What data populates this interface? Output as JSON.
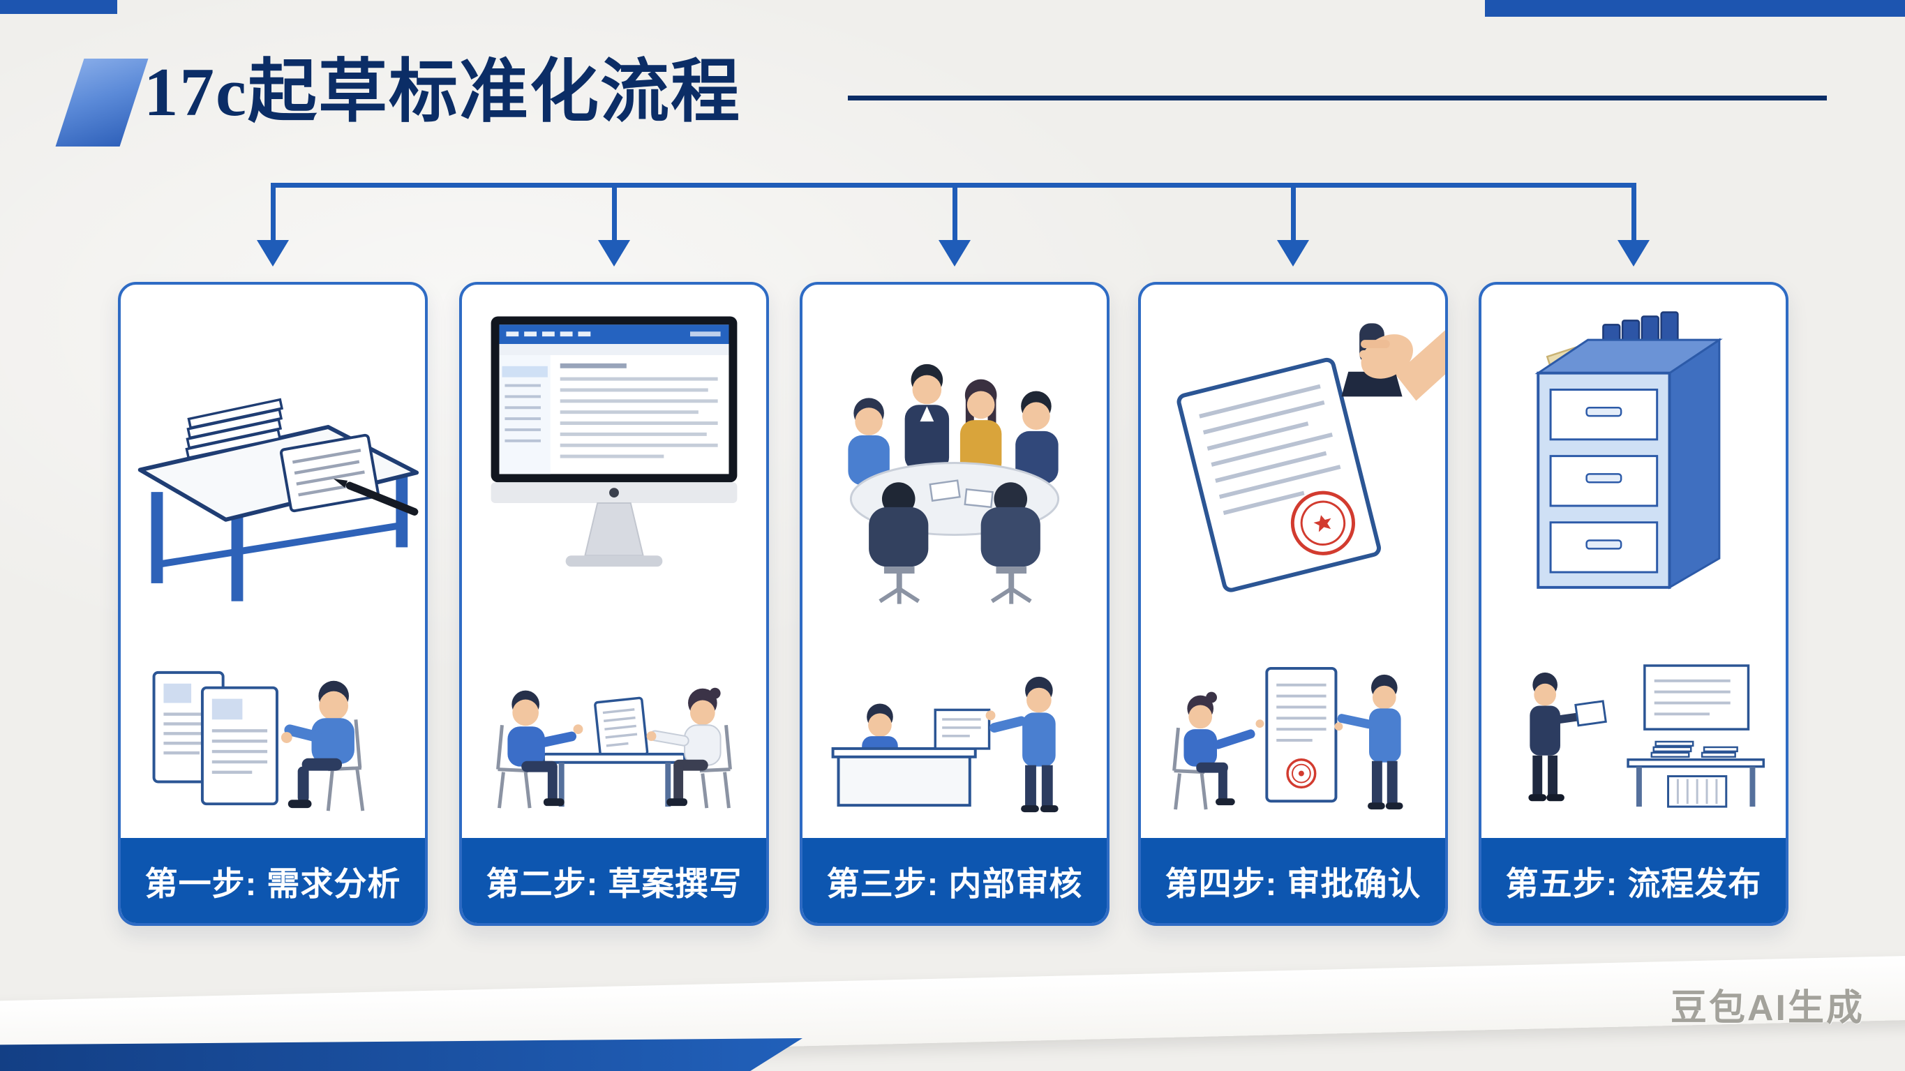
{
  "page": {
    "title": "17c起草标准化流程",
    "watermark": "豆包AI生成"
  },
  "colors": {
    "title_navy": "#0b2d66",
    "accent_blue": "#1d55b0",
    "card_border_blue": "#2e6bc4",
    "banner_blue": "#0d56b0",
    "arrow_blue": "#1f5cb8",
    "background": "#f0efec",
    "seal_red": "#d23b2f"
  },
  "steps": [
    {
      "label": "第一步: 需求分析",
      "illustrations": [
        "desk-with-documents-and-pen-illustration",
        "person-reviewing-documents-illustration"
      ]
    },
    {
      "label": "第二步: 草案撰写",
      "illustrations": [
        "computer-word-processor-illustration",
        "two-people-discussing-draft-illustration"
      ]
    },
    {
      "label": "第三步: 内部审核",
      "illustrations": [
        "team-meeting-round-table-illustration",
        "desk-review-presentation-illustration"
      ]
    },
    {
      "label": "第四步: 审批确认",
      "illustrations": [
        "hand-stamping-document-illustration",
        "people-holding-approved-document-illustration"
      ]
    },
    {
      "label": "第五步: 流程发布",
      "illustrations": [
        "filing-cabinet-with-binders-illustration",
        "person-archiving-files-illustration"
      ]
    }
  ]
}
